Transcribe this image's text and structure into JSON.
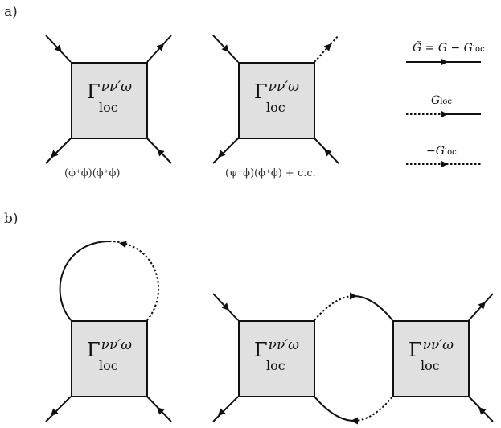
{
  "panel_a_label": "a)",
  "panel_b_label": "b)",
  "vertex": {
    "symbol": "Γ",
    "superscript": "νν′ω",
    "subscript": "loc"
  },
  "term_labels": {
    "left": "(ϕ⁺ϕ)(ϕ⁺ϕ)",
    "right": "(ψ⁺ϕ)(ϕ⁺ϕ) + c.c."
  },
  "legend": {
    "solid": {
      "lhs": "G̃",
      "eq": " = ",
      "g": "G",
      "minus": " − ",
      "gloc": "G",
      "loc_sub": "loc"
    },
    "mixed": {
      "g": "G",
      "loc_sub": "loc"
    },
    "dotted": {
      "prefix": "−",
      "g": "G",
      "loc_sub": "loc"
    }
  },
  "colors": {
    "box_fill": "#e0e0e0",
    "line": "#111111"
  }
}
